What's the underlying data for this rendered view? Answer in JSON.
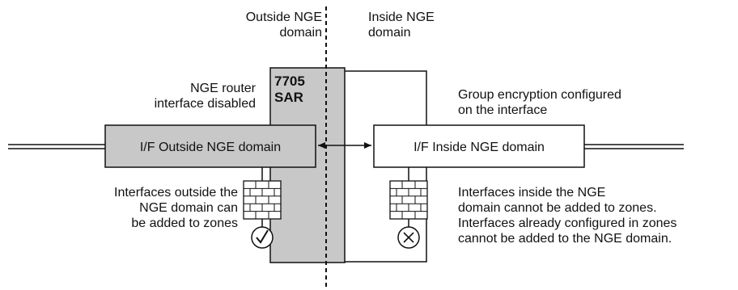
{
  "regions": {
    "outside_label": [
      "Outside NGE",
      "domain"
    ],
    "inside_label": [
      "Inside NGE",
      "domain"
    ]
  },
  "router": {
    "name_lines": [
      "7705",
      "SAR"
    ]
  },
  "interfaces": {
    "outside": "I/F Outside NGE domain",
    "inside": "I/F Inside NGE domain"
  },
  "annotations": {
    "router_disabled": [
      "NGE router",
      "interface disabled"
    ],
    "group_encryption": [
      "Group encryption configured",
      "on the interface"
    ],
    "outside_zones": [
      "Interfaces outside the",
      "NGE domain can",
      "be added to zones"
    ],
    "inside_zones": [
      "Interfaces inside the NGE",
      "domain cannot be added to zones.",
      "Interfaces already configured in zones",
      "cannot be added to the NGE domain."
    ]
  },
  "status_icons": {
    "outside": "check-circle-icon",
    "inside": "x-circle-icon"
  }
}
